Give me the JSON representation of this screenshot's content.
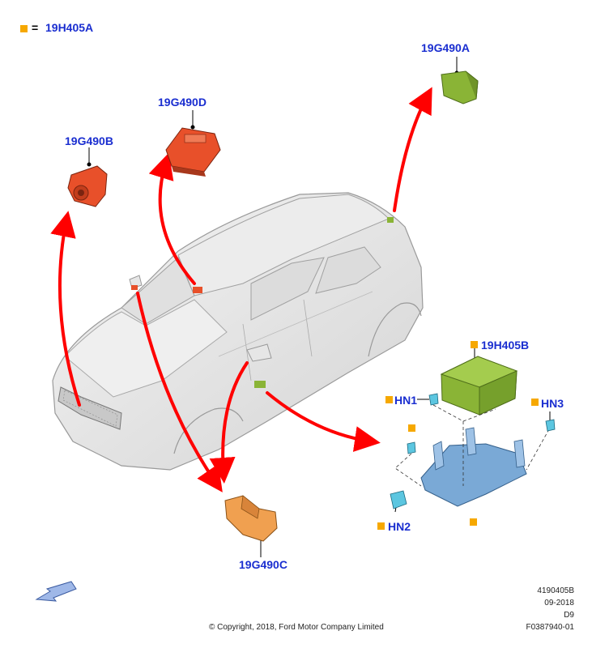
{
  "legend": {
    "marker": "=",
    "code": "19H405A"
  },
  "parts": {
    "p19G490A": "19G490A",
    "p19G490B": "19G490B",
    "p19G490C": "19G490C",
    "p19G490D": "19G490D",
    "p19H405B": "19H405B",
    "hn1": "HN1",
    "hn2": "HN2",
    "hn3": "HN3"
  },
  "meta": {
    "line1": "4190405B",
    "line2": "09-2018",
    "line3": "D9",
    "line4": "F0387940-01"
  },
  "copyright": "© Copyright, 2018, Ford Motor Company Limited",
  "colors": {
    "label": "#1a2ed0",
    "arrow": "#ff0000",
    "orange_part": "#e8502a",
    "green_part": "#8ab436",
    "bracket": "#7aa9d6",
    "marker": "#f6a800"
  }
}
